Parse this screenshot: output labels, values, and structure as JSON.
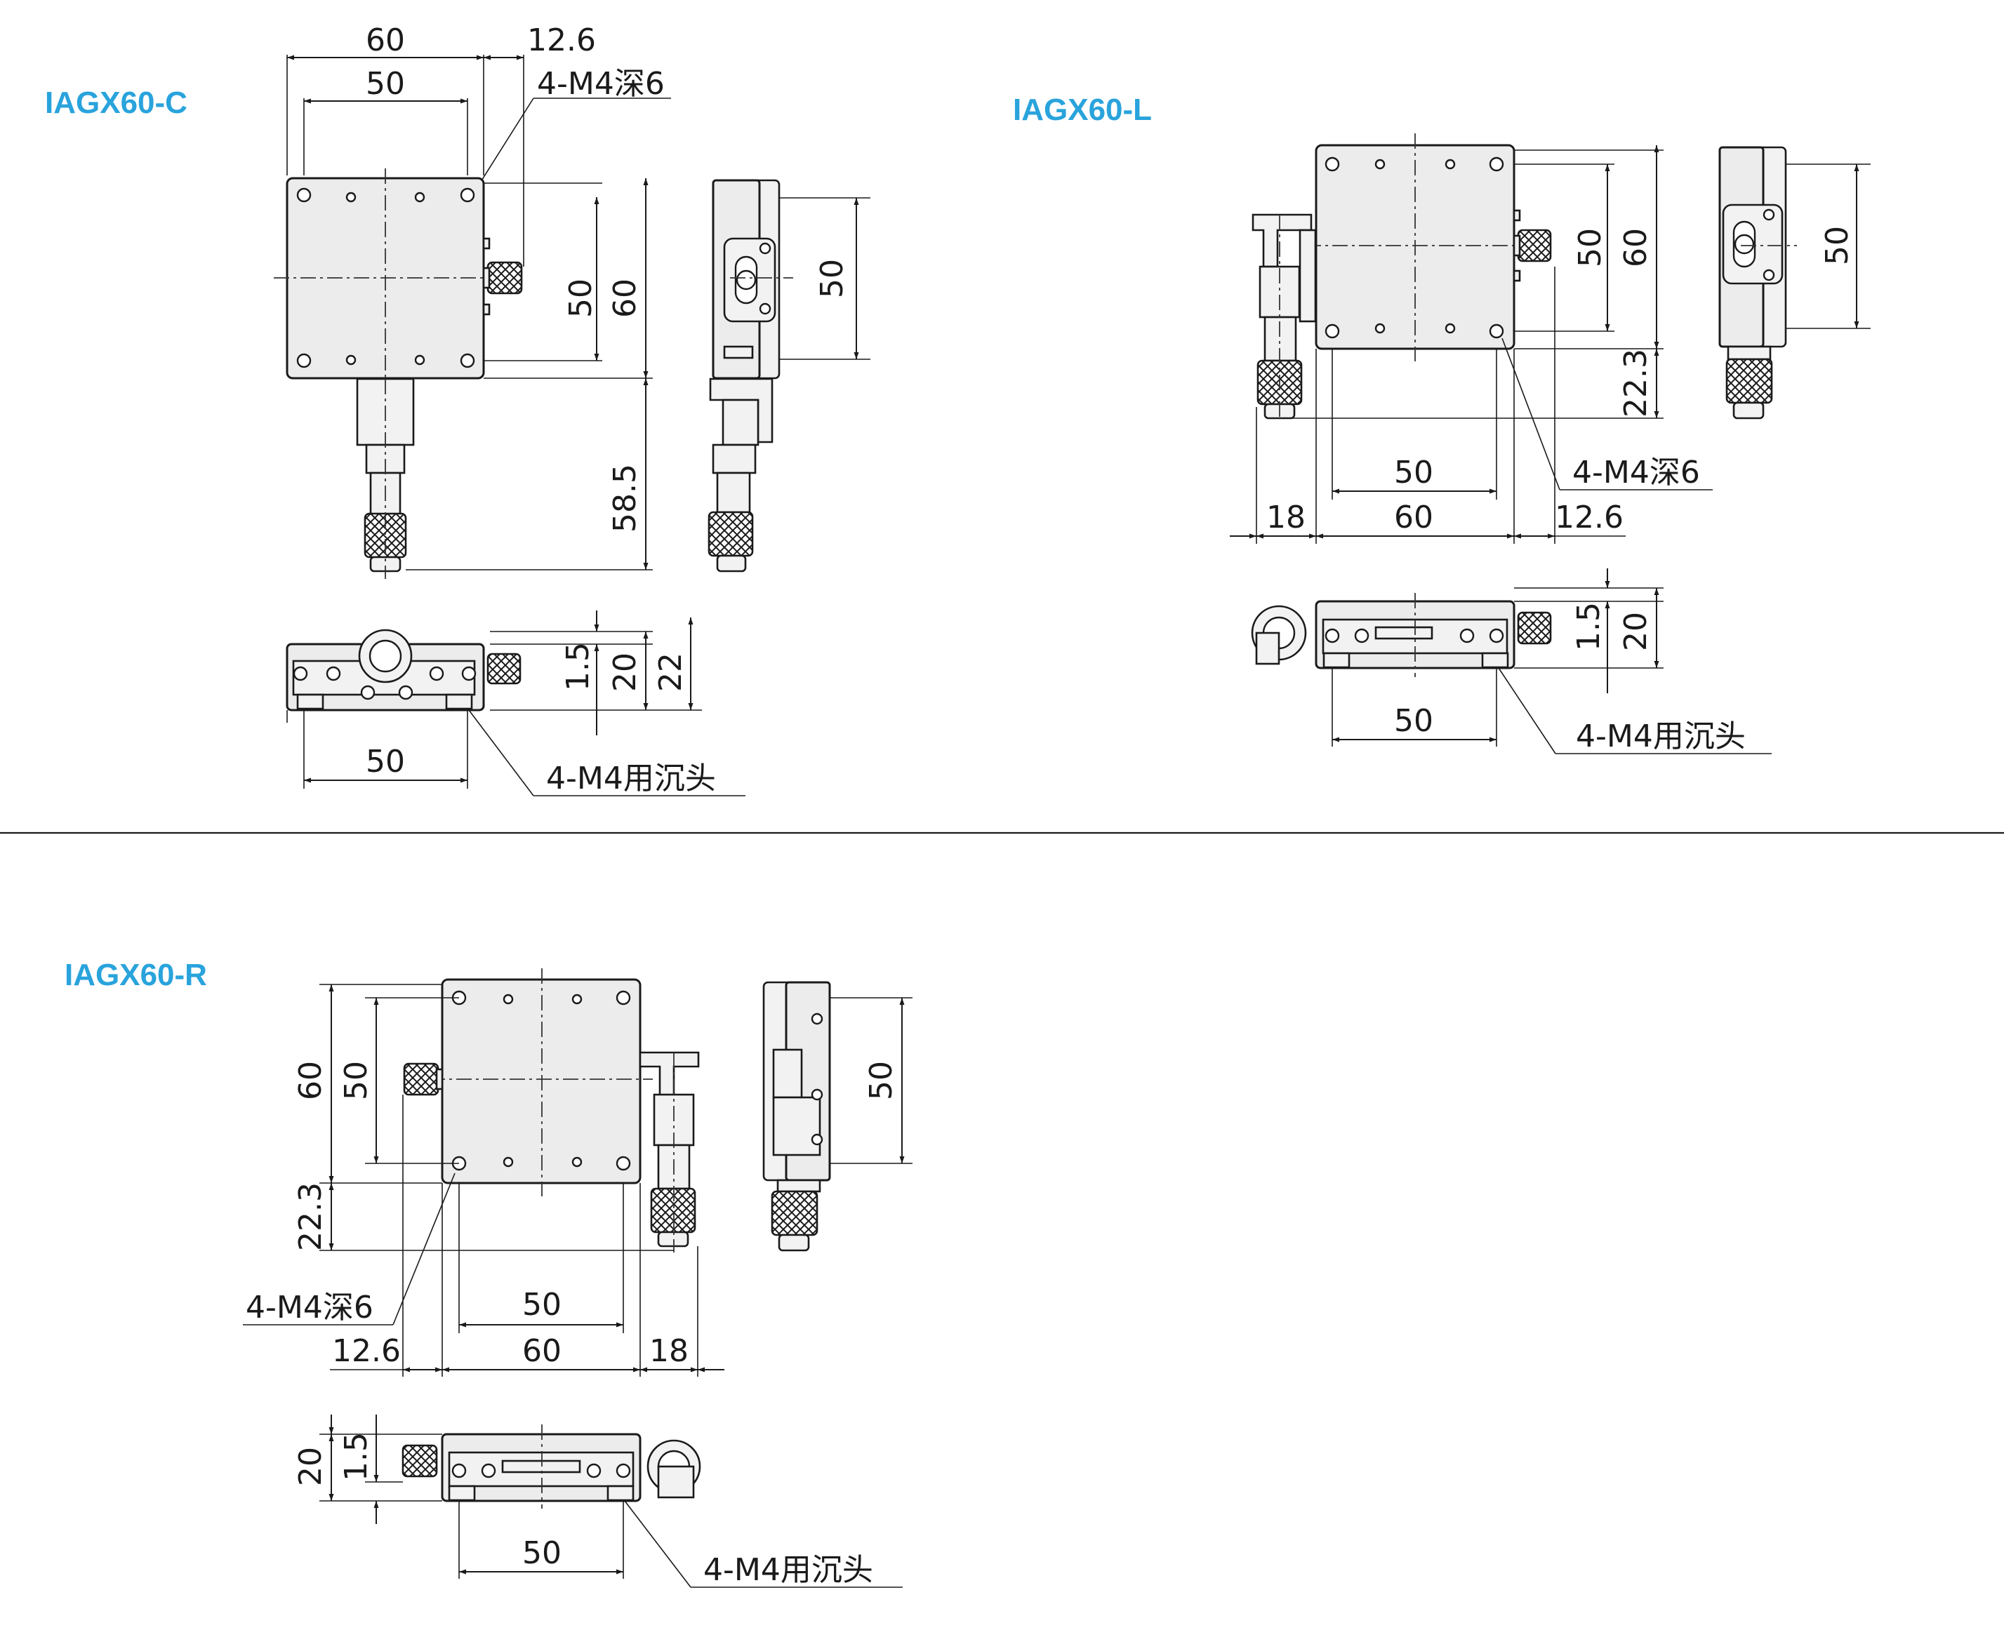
{
  "colors": {
    "title": "#29a3dc",
    "line": "#1a1a1a",
    "body": "#ececec"
  },
  "views": {
    "c": {
      "title": "IAGX60-C",
      "top_w60": "60",
      "top_w50": "50",
      "top_knob": "12.6",
      "hole_note": "4-M",
      "right_h50": "50",
      "right_h60": "60",
      "right_h585": "58.5",
      "side_h50": "50",
      "front_w50": "50",
      "front_h15": "1.5",
      "front_h20": "20",
      "front_h22": "22",
      "csk_note": "4-M4用沉头"
    },
    "l": {
      "title": "IAGX60-L",
      "right_h50": "50",
      "right_h60": "60",
      "right_h223": "22.3",
      "hole_note": "4-M4深6",
      "bot_w50": "50",
      "bot_w18": "18",
      "bot_w60": "60",
      "bot_w126": "12.6",
      "side_h50": "50",
      "front_h15": "1.5",
      "front_h20": "20",
      "front_w50": "50",
      "csk_note": "4-M4用沉头"
    },
    "r": {
      "title": "IAGX60-R",
      "left_h60": "60",
      "left_h50": "50",
      "left_h223": "22.3",
      "hole_note": "4-M4深6",
      "bot_w50": "50",
      "bot_w126": "12.6",
      "bot_w60": "60",
      "bot_w18": "18",
      "side_h50": "50",
      "front_h20": "20",
      "front_h15": "1.5",
      "front_w50": "50",
      "csk_note": "4-M4用沉头"
    }
  }
}
